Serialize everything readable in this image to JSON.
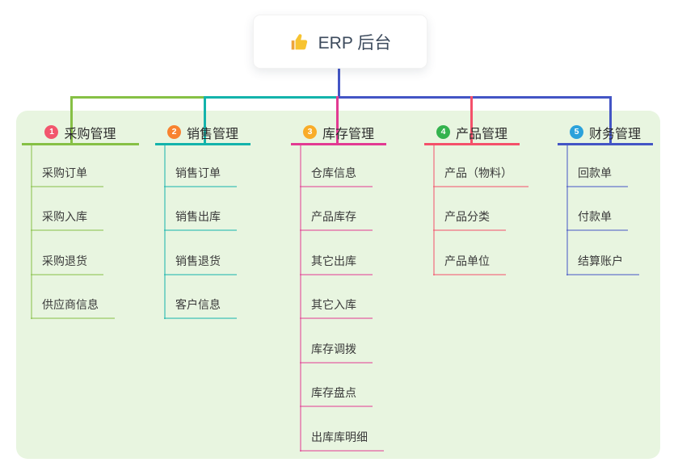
{
  "root": {
    "label": "ERP 后台",
    "icon": "thumbs-up-icon"
  },
  "colors": {
    "panel_bg": "#e8f5e0",
    "root_connector": "#4355c5"
  },
  "branches": [
    {
      "number": "1",
      "label": "采购管理",
      "badge_color": "#f2566d",
      "line_color": "#86c045",
      "children": [
        "采购订单",
        "采购入库",
        "采购退货",
        "供应商信息"
      ]
    },
    {
      "number": "2",
      "label": "销售管理",
      "badge_color": "#f8822f",
      "line_color": "#13b3ab",
      "children": [
        "销售订单",
        "销售出库",
        "销售退货",
        "客户信息"
      ]
    },
    {
      "number": "3",
      "label": "库存管理",
      "badge_color": "#f9ac28",
      "line_color": "#e23a92",
      "children": [
        "仓库信息",
        "产品库存",
        "其它出库",
        "其它入库",
        "库存调拨",
        "库存盘点",
        "出库库明细"
      ]
    },
    {
      "number": "4",
      "label": "产品管理",
      "badge_color": "#34b34e",
      "line_color": "#f4506a",
      "children": [
        "产品（物料）",
        "产品分类",
        "产品单位"
      ]
    },
    {
      "number": "5",
      "label": "财务管理",
      "badge_color": "#2ba2db",
      "line_color": "#4355c5",
      "children": [
        "回款单",
        "付款单",
        "结算账户"
      ]
    }
  ]
}
